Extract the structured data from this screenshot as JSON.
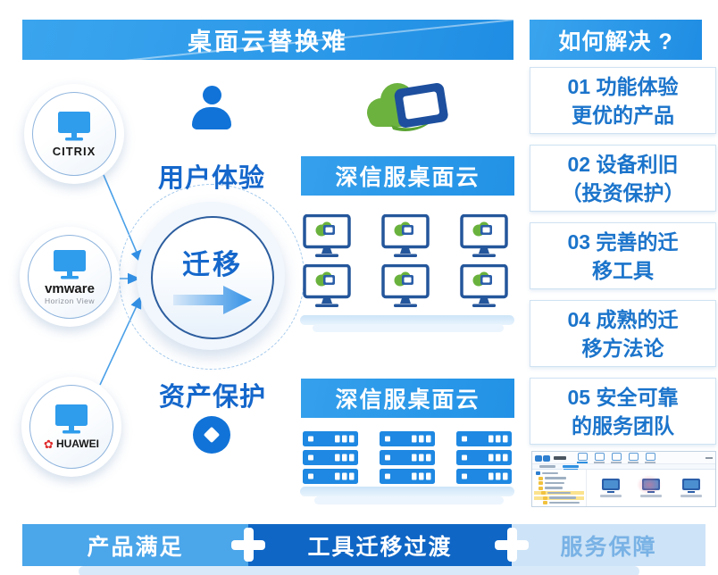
{
  "title_banner": {
    "label": "桌面云替换难"
  },
  "solve_panel": {
    "header": "如何解决 ?",
    "items": [
      {
        "line1": "01 功能体验",
        "line2": "更优的产品"
      },
      {
        "line1": "02 设备利旧",
        "line2": "（投资保护）"
      },
      {
        "line1": "03 完善的迁",
        "line2": "移工具"
      },
      {
        "line1": "04 成熟的迁",
        "line2": "移方法论"
      },
      {
        "line1": "05 安全可靠",
        "line2": "的服务团队"
      }
    ]
  },
  "vendors": [
    {
      "label": "CITRIX"
    },
    {
      "label": "vmware",
      "sub": "Horizon View"
    },
    {
      "label": "HUAWEI",
      "logo_glyph": "✿"
    }
  ],
  "center": {
    "user_experience": "用户体验",
    "migration": "迁移",
    "asset_protection": "资产保护"
  },
  "sangfor": {
    "desktop_banner": "深信服桌面云",
    "server_banner": "深信服桌面云",
    "desktop_grid": {
      "rows": 2,
      "cols": 3
    },
    "server_grid": {
      "rows": 3,
      "cols": 3
    }
  },
  "bottom_bar": {
    "segments": [
      {
        "label": "产品满足"
      },
      {
        "label": "工具迁移过渡"
      },
      {
        "label": "服务保障"
      }
    ]
  },
  "colors": {
    "banner_blue": "#2d9ae9",
    "dark_blue": "#0f66c5",
    "light_blue_segment": "#cde3f7",
    "text_blue": "#1b74cb",
    "icon_blue": "#1173d8",
    "server_blue": "#1e88e2",
    "sangfor_green": "#6ab23e",
    "frame_navy": "#24569b",
    "huawei_red": "#e02b2b"
  }
}
